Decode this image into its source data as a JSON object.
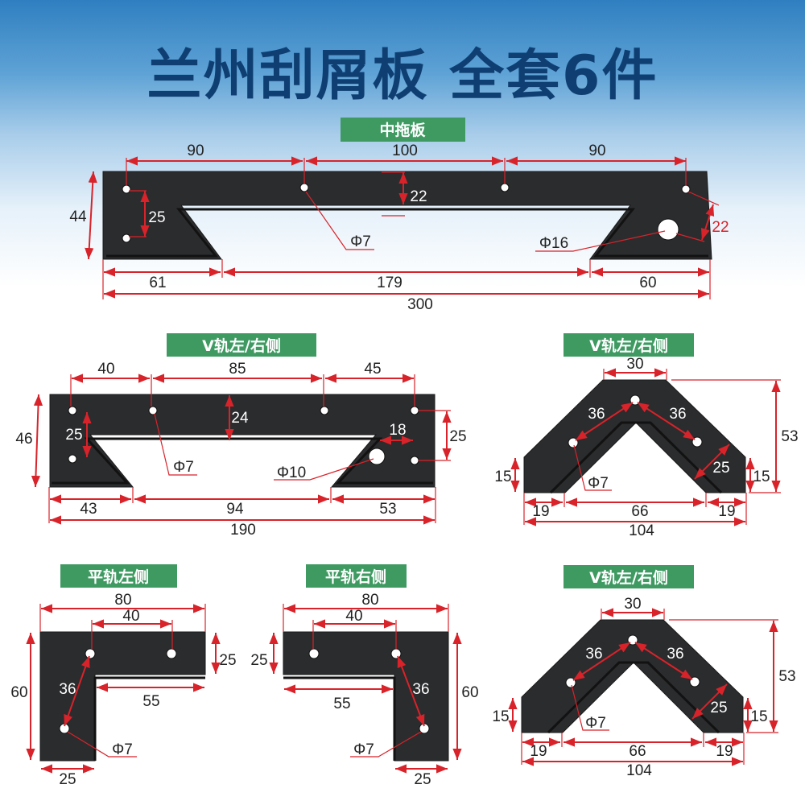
{
  "title": "兰州刮屑板 全套6件",
  "colors": {
    "title": "#0f3f72",
    "badge": "#3f9a62",
    "dimension": "#d8232a",
    "plate": "#2b2c2e"
  },
  "parts": [
    {
      "label": "中拖板",
      "dims": {
        "top": [
          "90",
          "100",
          "90"
        ],
        "height": "44",
        "hole_spacing": "25",
        "web": "22",
        "hole": "Φ7",
        "big_hole": "Φ16",
        "right_offset": "22",
        "bottom": [
          "61",
          "179",
          "60"
        ],
        "total": "300"
      }
    },
    {
      "label": "V轨左/右侧",
      "dims": {
        "top": [
          "40",
          "85",
          "45"
        ],
        "height": "46",
        "hole_spacing": "25",
        "web": "24",
        "offset": "18",
        "right_spacing": "25",
        "hole": "Φ7",
        "big_hole": "Φ10",
        "bottom": [
          "43",
          "94",
          "53"
        ],
        "total": "190"
      }
    },
    {
      "label": "V轨左/右侧",
      "dims": {
        "top": "30",
        "height": "53",
        "left_edge": "15",
        "right_edge": "15",
        "hole_left": "36",
        "hole_right": "36",
        "width": "25",
        "hole": "Φ7",
        "bottom": [
          "19",
          "66",
          "19"
        ],
        "total": "104"
      }
    },
    {
      "label": "平轨左侧",
      "dims": {
        "top": "80",
        "hole_spacing": "40",
        "arm": "25",
        "height": "60",
        "diag": "36",
        "inner": "55",
        "hole": "Φ7",
        "leg": "25"
      }
    },
    {
      "label": "平轨右侧",
      "dims": {
        "top": "80",
        "hole_spacing": "40",
        "arm": "25",
        "height": "60",
        "diag": "36",
        "inner": "55",
        "hole": "Φ7",
        "leg": "25"
      }
    },
    {
      "label": "V轨左/右侧",
      "dims": {
        "top": "30",
        "height": "53",
        "left_edge": "15",
        "right_edge": "15",
        "hole_left": "36",
        "hole_right": "36",
        "width": "25",
        "hole": "Φ7",
        "bottom": [
          "19",
          "66",
          "19"
        ],
        "total": "104"
      }
    }
  ]
}
